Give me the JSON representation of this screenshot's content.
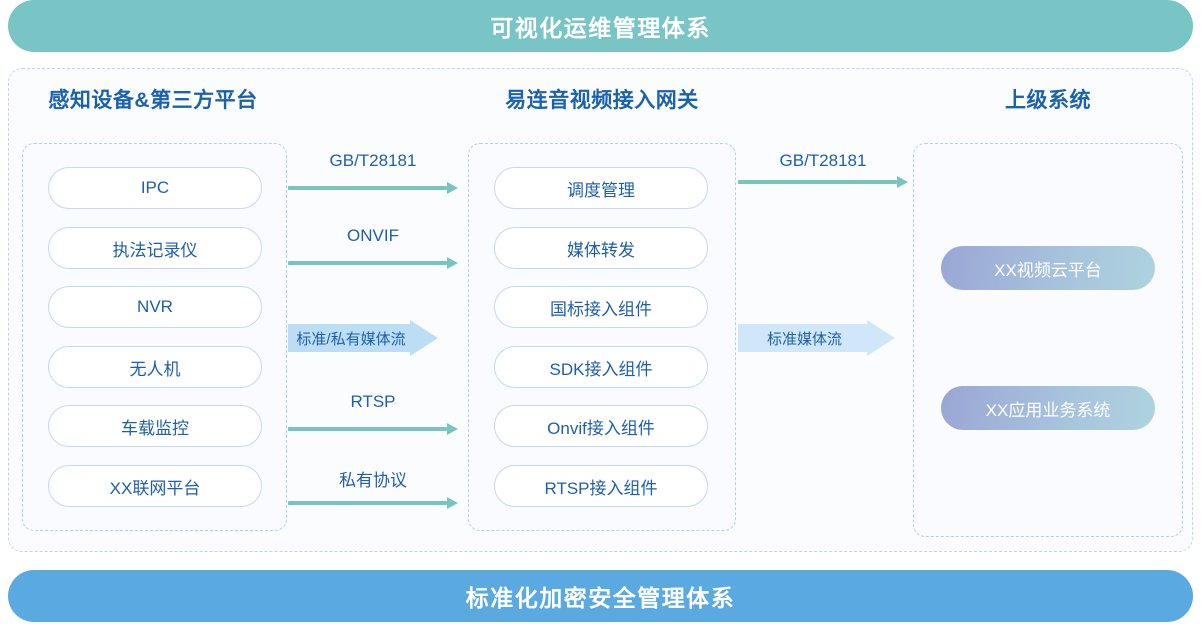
{
  "banners": {
    "top": "可视化运维管理体系",
    "bottom": "标准化加密安全管理体系"
  },
  "columns": [
    {
      "id": "sensing-devices",
      "title": "感知设备&第三方平台",
      "items": [
        "IPC",
        "执法记录仪",
        "NVR",
        "无人机",
        "车载监控",
        "XX联网平台"
      ]
    },
    {
      "id": "gateway",
      "title": "易连音视频接入网关",
      "items": [
        "调度管理",
        "媒体转发",
        "国标接入组件",
        "SDK接入组件",
        "Onvif接入组件",
        "RTSP接入组件"
      ]
    },
    {
      "id": "upper-system",
      "title": "上级系统",
      "items": [
        "XX视频云平台",
        "XX应用业务系统"
      ]
    }
  ],
  "connectors": {
    "left_thin": [
      {
        "label": "GB/T28181"
      },
      {
        "label": "ONVIF"
      },
      {
        "label": "RTSP"
      },
      {
        "label": "私有协议"
      }
    ],
    "right_thin": [
      {
        "label": "GB/T28181"
      }
    ],
    "block": [
      {
        "label": "标准/私有媒体流"
      },
      {
        "label": "标准媒体流"
      }
    ]
  },
  "colors": {
    "banner_top": "#79c4c4",
    "banner_bottom": "#5aa9e0",
    "title_text": "#1b62ac",
    "pill_text": "#1f5fa8",
    "pill_border": "#c6d8f0",
    "arrow_line": "#79c4bf",
    "block_arrow_left": "#bbdef5",
    "block_arrow_right": "#cfe7f8",
    "dashed_border": "#c3d3ec",
    "gradient_pill_from": "#9aa6d4",
    "gradient_pill_to": "#aed3de"
  }
}
